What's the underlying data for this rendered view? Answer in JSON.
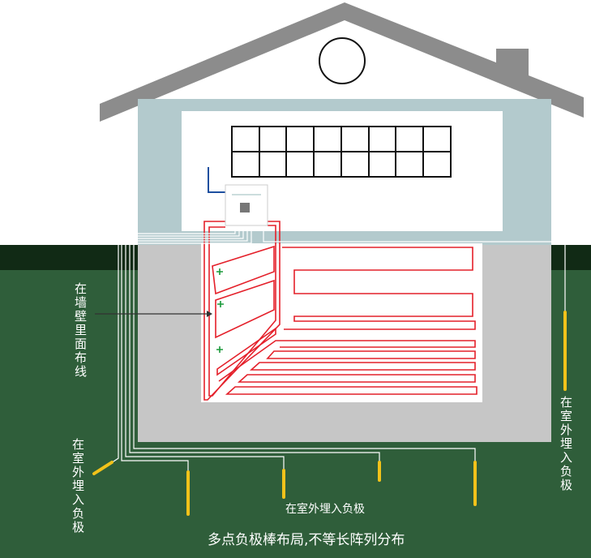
{
  "labels": {
    "wall_wiring": "在墙壁里面布线",
    "outdoor_left": "在室外埋入负极",
    "outdoor_bottom": "在室外埋入负极",
    "outdoor_right": "在室外埋入负极",
    "caption": "多点负极棒布局,不等长阵列分布"
  },
  "colors": {
    "heating": "#e4202a",
    "ground": "#2f5e3a",
    "rod": "#f2c21a",
    "wall": "#b3cacd",
    "roof": "#8c8c8c"
  }
}
